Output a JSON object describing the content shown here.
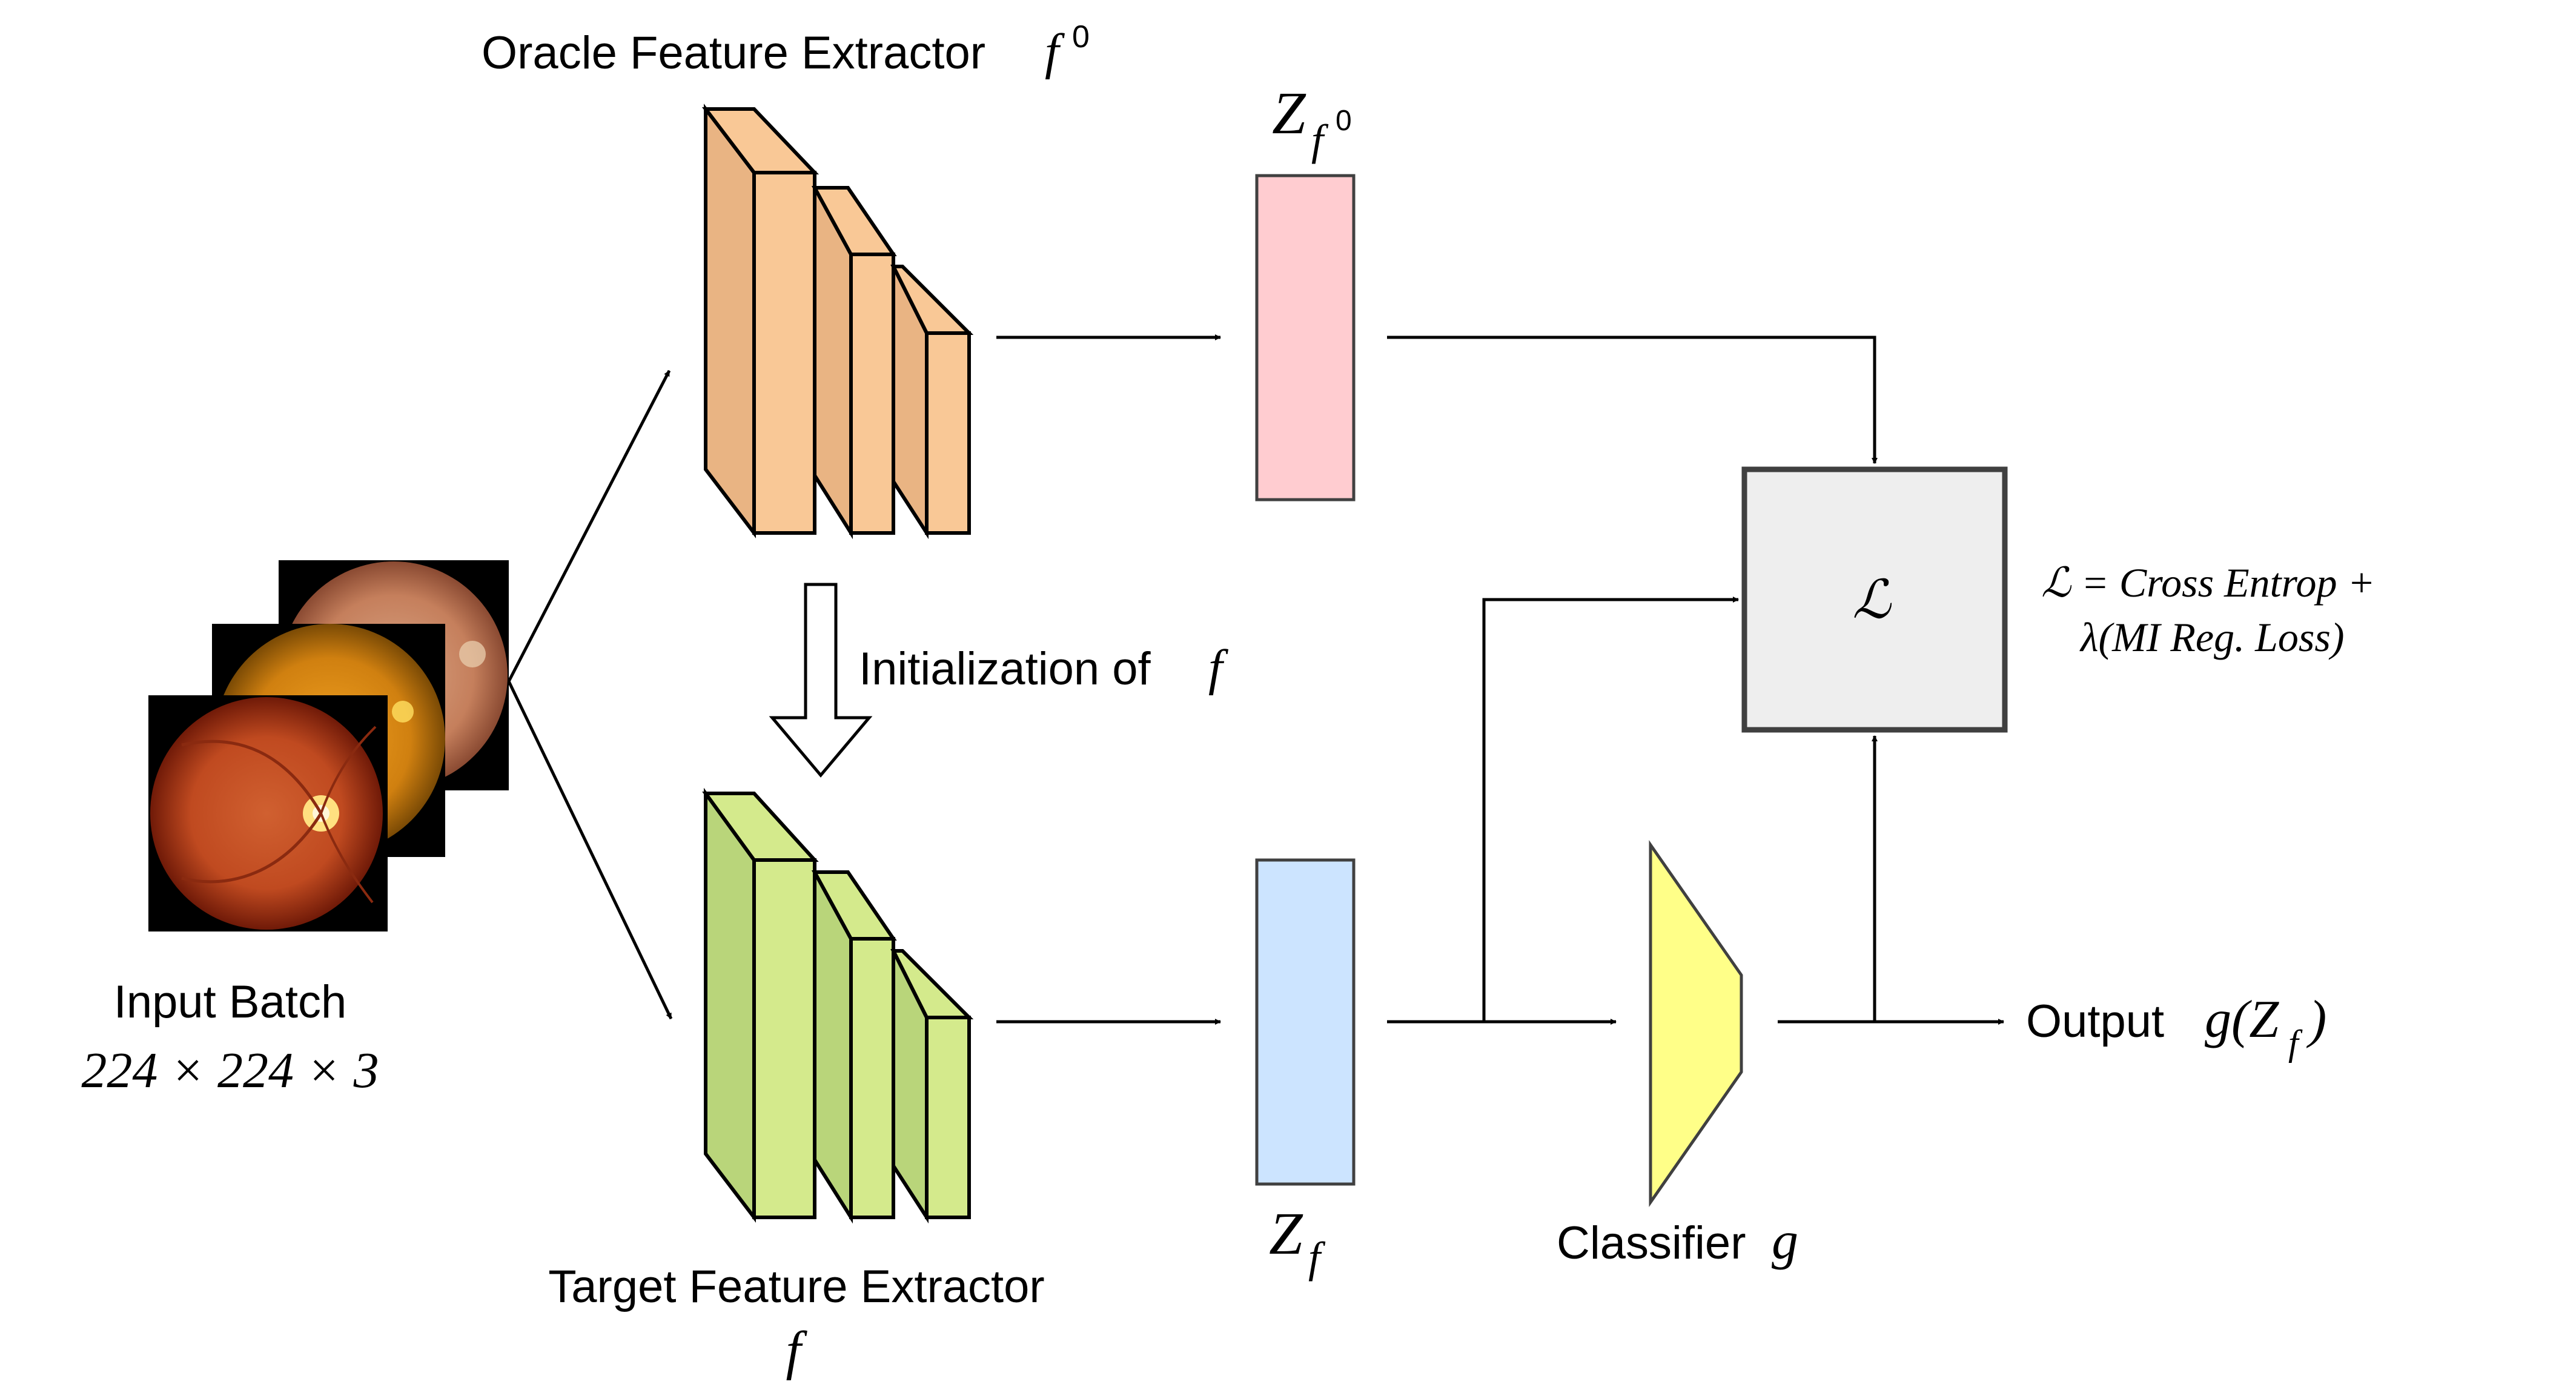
{
  "labels": {
    "oracle_title": "Oracle Feature Extractor",
    "oracle_symbol": "f",
    "oracle_sup": "0",
    "target_title": "Target Feature Extractor",
    "target_symbol": "f",
    "input_title": "Input Batch",
    "input_dims": "224 × 224 × 3",
    "init_text": "Initialization of",
    "init_symbol": "f",
    "z_oracle": "Z",
    "z_oracle_sub": "f",
    "z_oracle_subsup": "0",
    "z_target": "Z",
    "z_target_sub": "f",
    "classifier_text": "Classifier",
    "classifier_symbol": "g",
    "loss_symbol": "ℒ",
    "loss_eq_line1": "ℒ = Cross Entrop +",
    "loss_eq_line2": "λ(MI Reg. Loss)",
    "output_text": "Output",
    "output_expr": "g(Z",
    "output_sub": "f",
    "output_close": ")"
  },
  "colors": {
    "oracle_block": "#f9c896",
    "oracle_block_side": "#e9b483",
    "target_block": "#d4ea8c",
    "target_block_side": "#b9d57a",
    "z_oracle_fill": "#ffccd0",
    "z_target_fill": "#cce4ff",
    "classifier_fill": "#ffff88",
    "loss_fill": "#eeeeee",
    "loss_border": "#404040",
    "retina_bg": "#000000"
  },
  "icons": [
    "retina-image-1",
    "retina-image-2",
    "retina-image-3",
    "initialization-arrow-icon"
  ]
}
